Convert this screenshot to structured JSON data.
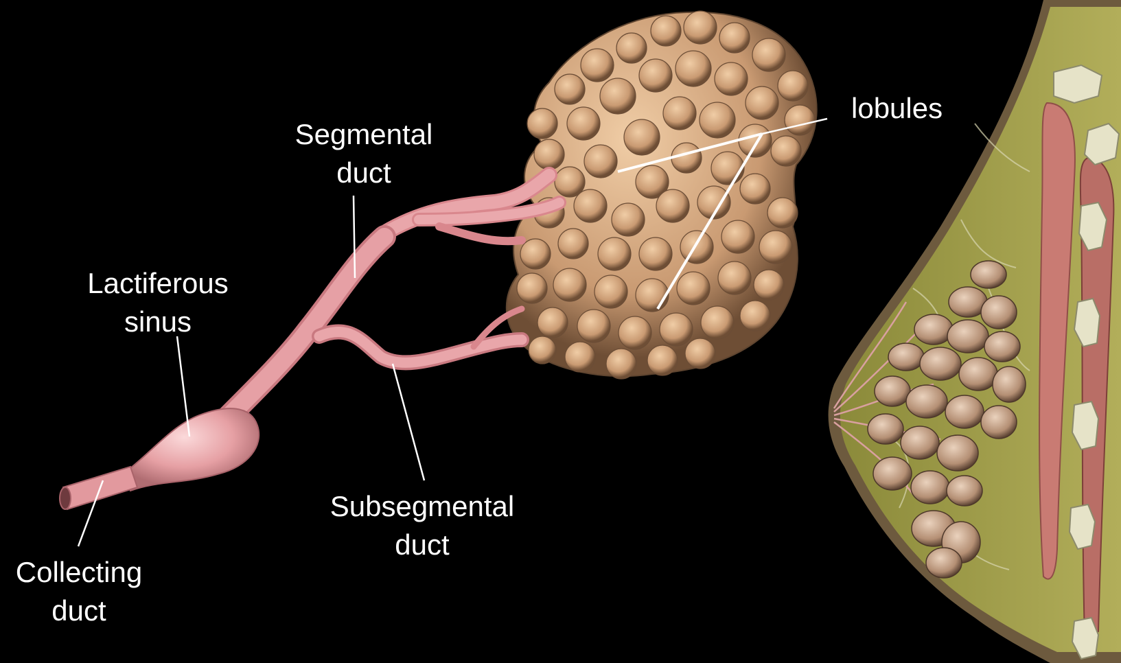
{
  "labels": {
    "lobules": "lobules",
    "segmental": {
      "line1": "Segmental",
      "line2": "duct"
    },
    "lactiferous": {
      "line1": "Lactiferous",
      "line2": "sinus"
    },
    "subsegmental": {
      "line1": "Subsegmental",
      "line2": "duct"
    },
    "collecting": {
      "line1": "Collecting",
      "line2": "duct"
    }
  },
  "colors": {
    "background": "#000000",
    "duct": "#e7a3a6",
    "lobule": "#d9b08a",
    "fat": "#9a9a45",
    "muscle": "#c77d74",
    "rib": "#e6e3c8",
    "leader_line": "#ffffff"
  }
}
